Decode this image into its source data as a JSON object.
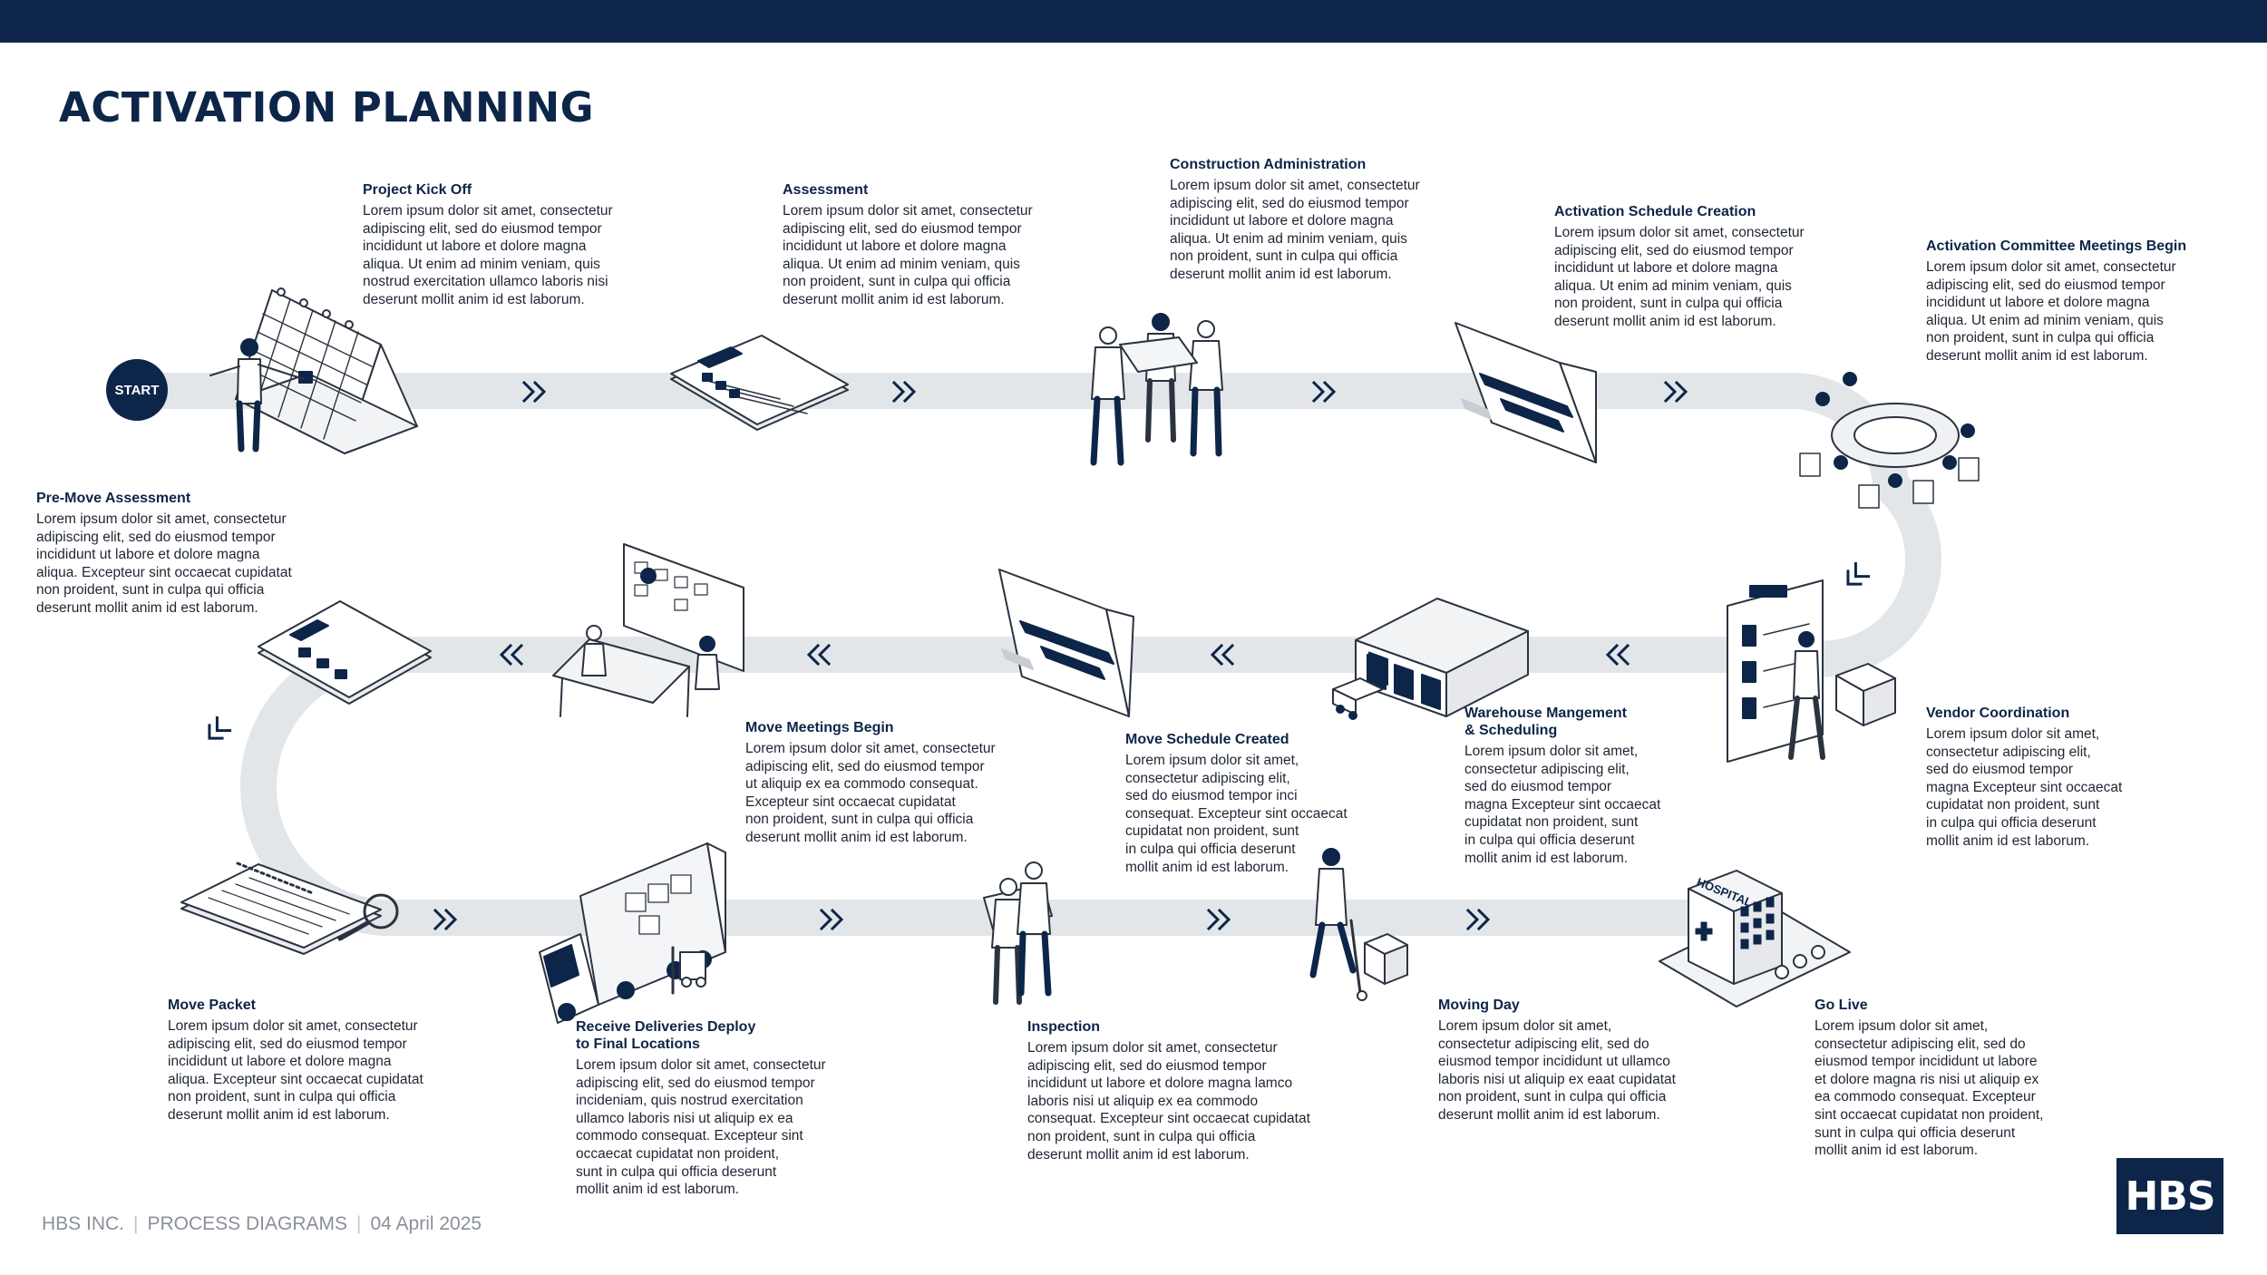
{
  "header": {
    "title": "ACTIVATION PLANNING"
  },
  "start_label": "START",
  "steps": [
    {
      "title": "Project Kick Off",
      "text": "Lorem ipsum dolor sit amet, consectetur\nadipiscing elit, sed do eiusmod tempor\nincididunt ut labore et dolore magna\naliqua. Ut enim ad minim veniam, quis\nnostrud exercitation ullamco laboris nisi\ndeserunt mollit anim id est laborum."
    },
    {
      "title": "Assessment",
      "text": "Lorem ipsum dolor sit amet, consectetur\nadipiscing elit, sed do eiusmod tempor\nincididunt ut labore et dolore magna\naliqua. Ut enim ad minim veniam, quis\nnon proident, sunt in culpa qui officia\ndeserunt mollit anim id est laborum."
    },
    {
      "title": "Construction Administration",
      "text": "Lorem ipsum dolor sit amet, consectetur\nadipiscing elit, sed do eiusmod tempor\nincididunt ut labore et dolore magna\naliqua. Ut enim ad minim veniam, quis\nnon proident, sunt in culpa qui officia\ndeserunt mollit anim id est laborum."
    },
    {
      "title": "Activation Schedule Creation",
      "text": "Lorem ipsum dolor sit amet, consectetur\nadipiscing elit, sed do eiusmod tempor\nincididunt ut labore et dolore magna\naliqua. Ut enim ad minim veniam, quis\nnon proident, sunt in culpa qui officia\ndeserunt mollit anim id est laborum."
    },
    {
      "title": "Activation Committee Meetings Begin",
      "text": "Lorem ipsum dolor sit amet, consectetur\nadipiscing elit, sed do eiusmod tempor\nincididunt ut labore et dolore magna\naliqua. Ut enim ad minim veniam, quis\nnon proident, sunt in culpa qui officia\ndeserunt mollit anim id est laborum."
    },
    {
      "title": "Pre-Move Assessment",
      "text": "Lorem ipsum dolor sit amet, consectetur\nadipiscing elit, sed do eiusmod tempor\nincididunt ut labore et dolore magna\naliqua. Excepteur sint occaecat cupidatat\nnon proident, sunt in culpa qui officia\ndeserunt mollit anim id est laborum."
    },
    {
      "title": "Move Meetings Begin",
      "text": "Lorem ipsum dolor sit amet, consectetur\nadipiscing elit, sed do eiusmod tempor\nut aliquip ex ea commodo consequat.\nExcepteur sint occaecat cupidatat\nnon proident, sunt in culpa qui officia\ndeserunt mollit anim id est laborum."
    },
    {
      "title": "Move Schedule Created",
      "text": "Lorem ipsum dolor sit amet,\nconsectetur adipiscing elit,\nsed do eiusmod tempor inci\nconsequat. Excepteur sint occaecat\ncupidatat non proident, sunt\nin culpa qui officia deserunt\nmollit anim id est laborum."
    },
    {
      "title": "Warehouse Mangement\n& Scheduling",
      "text": "Lorem ipsum dolor sit amet,\nconsectetur adipiscing elit,\nsed do eiusmod tempor\nmagna Excepteur sint occaecat\ncupidatat non proident, sunt\nin culpa qui officia deserunt\nmollit anim id est laborum."
    },
    {
      "title": "Vendor Coordination",
      "text": "Lorem ipsum dolor sit amet,\nconsectetur adipiscing elit,\nsed do eiusmod tempor\nmagna Excepteur sint occaecat\ncupidatat non proident, sunt\nin culpa qui officia deserunt\nmollit anim id est laborum."
    },
    {
      "title": "Move Packet",
      "text": "Lorem ipsum dolor sit amet, consectetur\nadipiscing elit, sed do eiusmod tempor\nincididunt ut labore et dolore magna\naliqua. Excepteur sint occaecat cupidatat\nnon proident, sunt in culpa qui officia\ndeserunt mollit anim id est laborum."
    },
    {
      "title": "Receive Deliveries Deploy\nto Final Locations",
      "text": "Lorem ipsum dolor sit amet, consectetur\nadipiscing elit, sed do eiusmod tempor\nincideniam, quis nostrud exercitation\nullamco laboris nisi ut aliquip ex ea\ncommodo consequat. Excepteur sint\noccaecat cupidatat non proident,\nsunt in culpa qui officia deserunt\nmollit anim id est laborum."
    },
    {
      "title": "Inspection",
      "text": "Lorem ipsum dolor sit amet, consectetur\nadipiscing elit, sed do eiusmod tempor\nincididunt ut labore et dolore magna lamco\nlaboris nisi ut aliquip ex ea commodo\nconsequat. Excepteur sint occaecat cupidatat\nnon proident, sunt in culpa qui officia\ndeserunt mollit anim id est laborum."
    },
    {
      "title": "Moving Day",
      "text": "Lorem ipsum dolor sit amet,\nconsectetur adipiscing elit, sed do\neiusmod tempor incididunt ut ullamco\nlaboris nisi ut aliquip ex eaat cupidatat\nnon proident, sunt in culpa qui officia\ndeserunt mollit anim id est laborum."
    },
    {
      "title": "Go Live",
      "text": "Lorem ipsum dolor sit amet,\nconsectetur adipiscing elit, sed do\neiusmod tempor incididunt ut labore\net dolore magna ris nisi ut aliquip ex\nea commodo consequat. Excepteur\nsint occaecat cupidatat non proident,\nsunt in culpa qui officia deserunt\nmollit anim id est laborum."
    }
  ],
  "illustrations": {
    "hospital_sign": "HOSPITAL"
  },
  "footer": {
    "company": "HBS INC.",
    "section": "PROCESS DIAGRAMS",
    "date": "04 April 2025"
  },
  "logo": {
    "text": "HBS"
  },
  "colors": {
    "navy": "#0d2548",
    "path": "#e3e6e9",
    "text": "#1e2633",
    "footer": "#8a9099"
  }
}
